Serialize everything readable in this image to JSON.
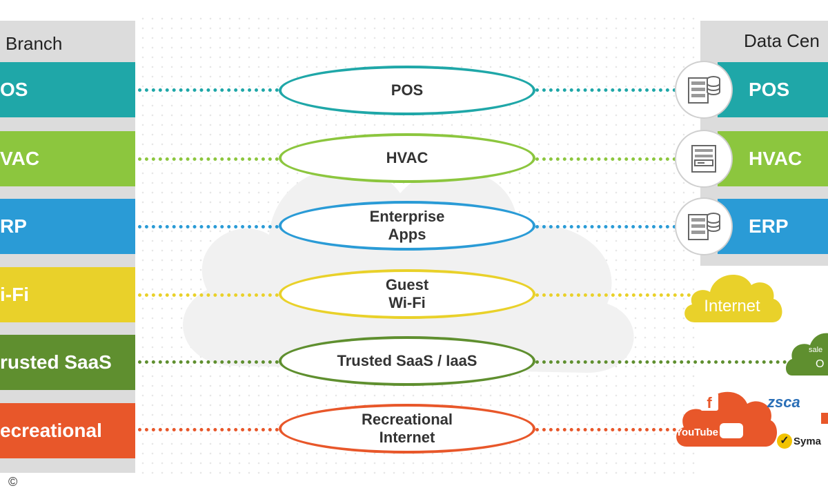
{
  "headers": {
    "left": "Branch",
    "right": "Data Cen"
  },
  "colors": {
    "teal": "#1fa7a8",
    "lime": "#8cc63e",
    "blue": "#2a9bd6",
    "yellow": "#e9d12a",
    "green": "#5f8f2f",
    "orange": "#e8572a",
    "panel": "#dcdcdc"
  },
  "left_bars": [
    {
      "label": "OS",
      "color": "#1fa7a8"
    },
    {
      "label": "VAC",
      "color": "#8cc63e"
    },
    {
      "label": "RP",
      "color": "#2a9bd6"
    },
    {
      "label": "i-Fi",
      "color": "#e9d12a"
    },
    {
      "label": "rusted SaaS",
      "color": "#5f8f2f"
    },
    {
      "label": "ecreational",
      "color": "#e8572a"
    }
  ],
  "ovals": [
    {
      "label": "POS"
    },
    {
      "label": "HVAC"
    },
    {
      "label": "Enterprise\nApps"
    },
    {
      "label": "Guest\nWi-Fi"
    },
    {
      "label": "Trusted SaaS / IaaS"
    },
    {
      "label": "Recreational\nInternet"
    }
  ],
  "right_bars": [
    {
      "label": "POS",
      "color": "#1fa7a8",
      "icon": "server-database-icon"
    },
    {
      "label": "HVAC",
      "color": "#8cc63e",
      "icon": "server-icon"
    },
    {
      "label": "ERP",
      "color": "#2a9bd6",
      "icon": "server-database-icon"
    }
  ],
  "clouds": {
    "internet": {
      "label": "Internet",
      "color": "#e9d12a"
    },
    "saas": {
      "label": "sale",
      "label2": "O",
      "color": "#5f8f2f"
    },
    "recreational": {
      "label": "YouTube",
      "color": "#e8572a",
      "icons": [
        "facebook-icon",
        "youtube-icon"
      ]
    }
  },
  "brands": [
    {
      "label": "zsca",
      "color": "#2a6fb7"
    },
    {
      "label": "Syma",
      "color": "#222222"
    }
  ],
  "copyright": "©"
}
